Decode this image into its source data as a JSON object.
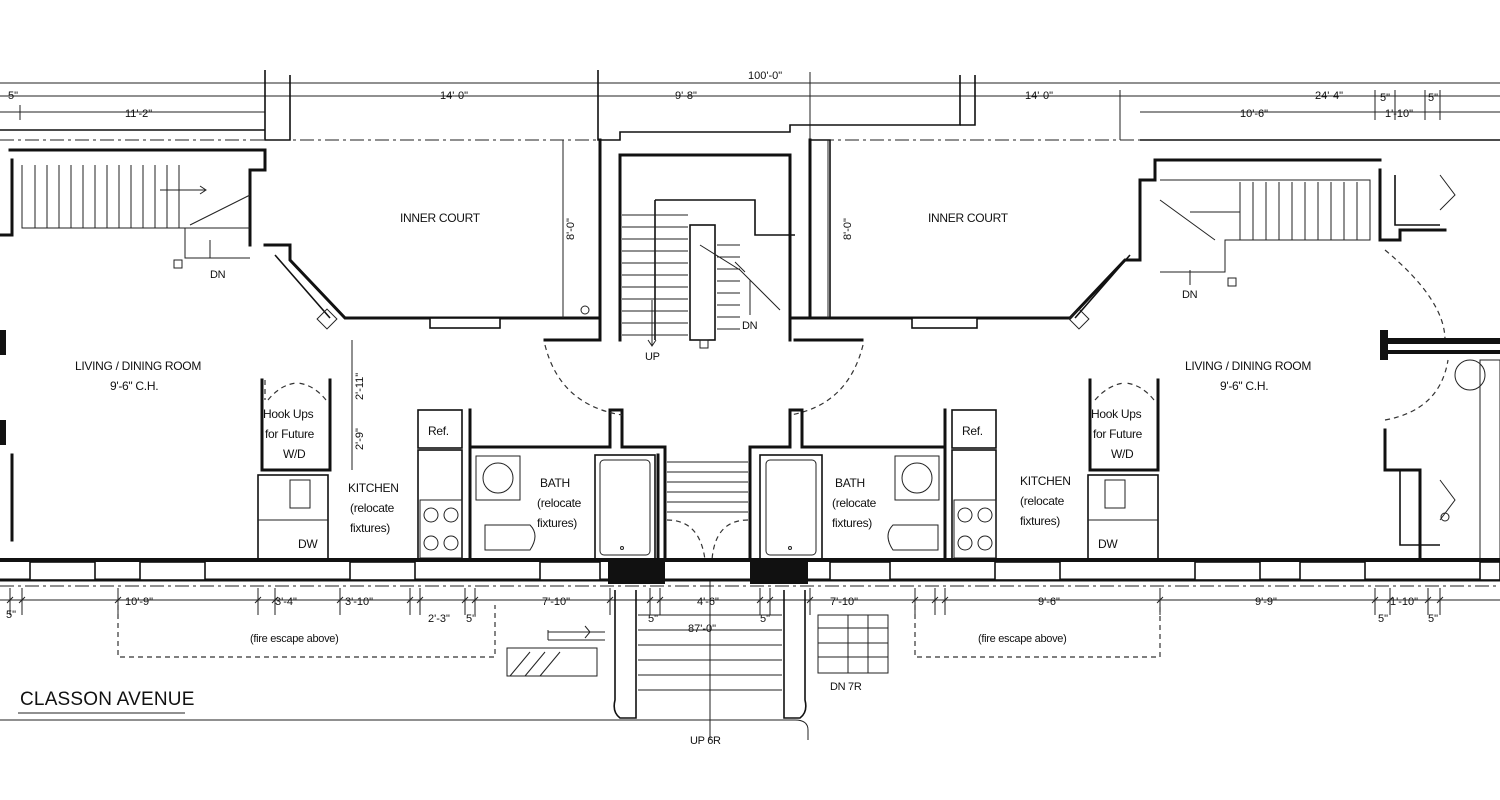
{
  "labels": {
    "inner_court_left": "INNER COURT",
    "inner_court_right": "INNER COURT",
    "living_left": "LIVING / DINING ROOM",
    "living_left_ch": "9'-6\" C.H.",
    "living_right": "LIVING / DINING ROOM",
    "living_right_ch": "9'-6\" C.H.",
    "hookup_left": [
      "Hook Ups",
      "for Future",
      "W/D"
    ],
    "hookup_right": [
      "Hook Ups",
      "for Future",
      "W/D"
    ],
    "kitchen_left": [
      "KITCHEN",
      "(relocate",
      "fixtures)"
    ],
    "kitchen_right": [
      "KITCHEN",
      "(relocate",
      "fixtures)"
    ],
    "bath_left": [
      "BATH",
      "(relocate",
      "fixtures)"
    ],
    "bath_right": [
      "BATH",
      "(relocate",
      "fixtures)"
    ],
    "ref_left": "Ref.",
    "ref_right": "Ref.",
    "dw_left": "DW",
    "dw_right": "DW",
    "dn_stair_left": "DN",
    "dn_stair_right": "DN",
    "dn_center": "DN",
    "up_center": "UP",
    "dn_7r": "DN 7R",
    "up_6r": "UP 6R",
    "fire_escape_left": "(fire escape above)",
    "fire_escape_right": "(fire escape above)",
    "street": "CLASSON AVENUE"
  },
  "dimensions": {
    "top_overall": "100'-0\"",
    "top_left_court": "14'-0\"",
    "top_center": "9'-8\"",
    "top_right_court": "14'-0\"",
    "top_left_partial": "11'-2\"",
    "top_left_edge": "5\"",
    "top_right_group": "24'-4\"",
    "top_right_a": "10'-6\"",
    "top_right_b": "5\"",
    "top_right_c": "5\"",
    "top_right_d": "1'-10\"",
    "court_depth_left": "8'-0\"",
    "court_depth_right": "8'-0\"",
    "vert_left_a": "2'-11\"",
    "vert_left_b": "2'-9\"",
    "bot_left_edge": "5\"",
    "bot_a": "10'-9\"",
    "bot_b": "3'-4\"",
    "bot_c": "3'-10\"",
    "bot_d": "2'-3\"",
    "bot_e": "5\"",
    "bot_f": "7'-10\"",
    "bot_g": "5\"",
    "bot_center": "4'-6\"",
    "bot_overall": "87'-0\"",
    "bot_h": "5\"",
    "bot_i": "7'-10\"",
    "bot_j": "9'-6\"",
    "bot_k": "9'-9\"",
    "bot_l": "5\"",
    "bot_m": "1'-10\"",
    "bot_n": "5\""
  }
}
